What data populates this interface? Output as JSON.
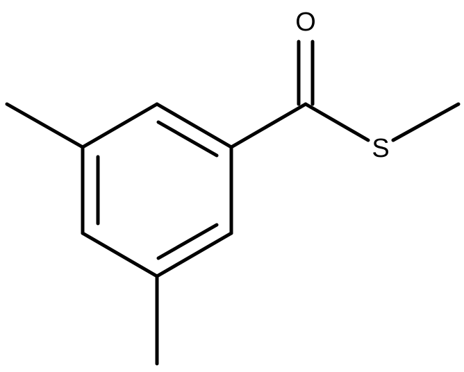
{
  "molecule": {
    "atoms": [
      {
        "id": "O",
        "symbol": "O"
      },
      {
        "id": "S",
        "symbol": "S"
      }
    ]
  },
  "colors": {
    "bond": "#000000",
    "label": "#000000",
    "background": "#ffffff"
  }
}
